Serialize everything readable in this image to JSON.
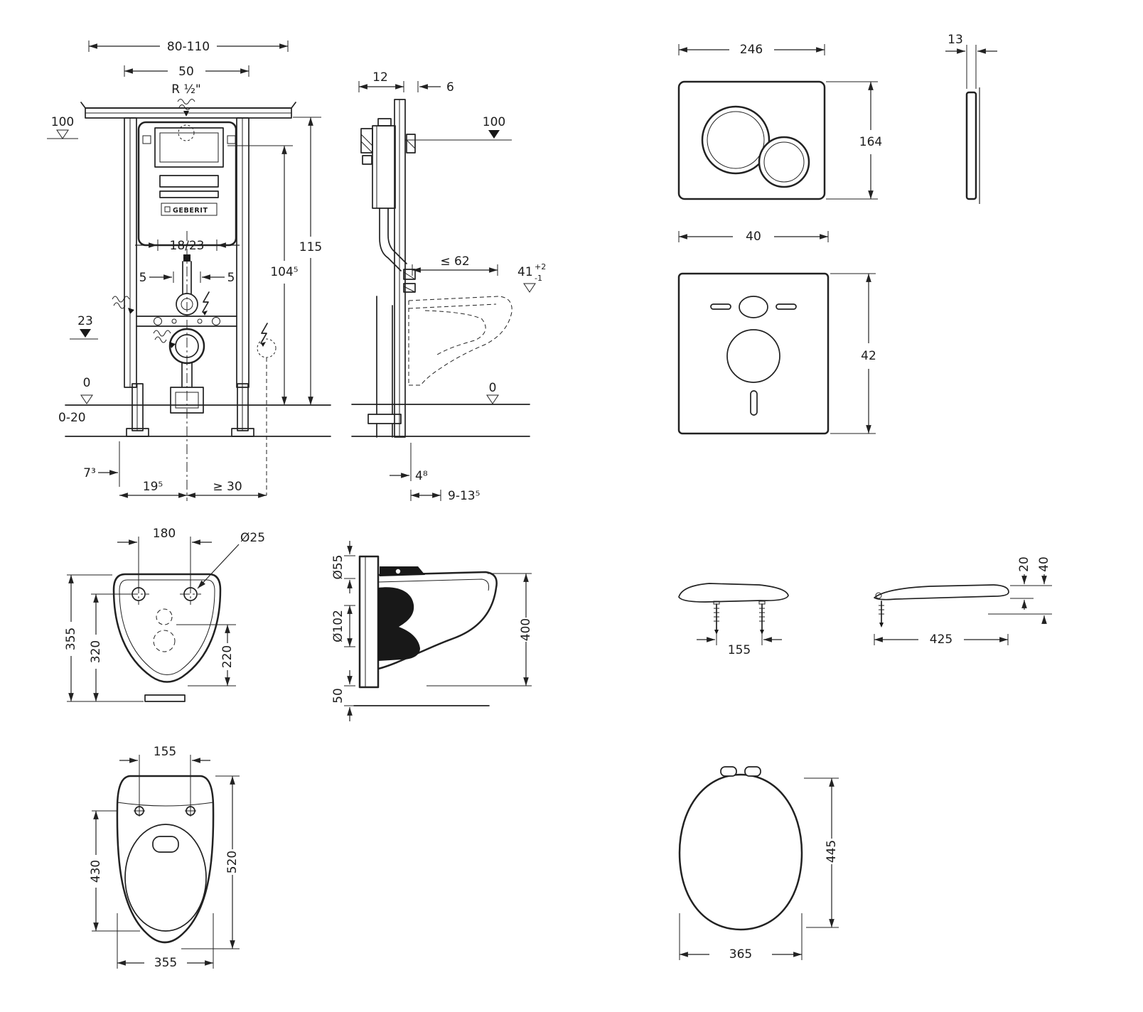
{
  "frame_front": {
    "dim_width_range": "80-110",
    "dim_top_width": "50",
    "water_connection": "R ½\"",
    "level_100": "100",
    "dim_height_total": "115",
    "dim_height_inner": "104⁵",
    "dim_bend": "18/23",
    "dim_offset_left": "5",
    "dim_offset_right": "5",
    "level_23": "23",
    "level_0": "0",
    "dim_floor_range": "0-20",
    "dim_foot_offset": "7³",
    "dim_leg_spacing": "19⁵",
    "dim_min_side": "≥ 30",
    "brand": "GEBERIT"
  },
  "frame_side": {
    "dim_depth_12": "12",
    "dim_depth_6": "6",
    "level_100": "100",
    "dim_outlet_max": "≤ 62",
    "dim_outlet_height": "41",
    "tol_plus": "+2",
    "tol_minus": "-1",
    "level_0": "0",
    "dim_rail_offset": "4⁸",
    "dim_wall_range": "9-13⁵"
  },
  "flush_plate": {
    "dim_width": "246",
    "dim_height": "164",
    "dim_thickness": "13"
  },
  "sound_mat": {
    "dim_width": "40",
    "dim_height": "42"
  },
  "bowl_front": {
    "dim_hole_spacing": "180",
    "dim_hole_dia": "Ø25",
    "dim_height_total": "355",
    "dim_height_mid": "320",
    "dim_height_low": "220"
  },
  "bowl_side": {
    "dim_inlet": "Ø55",
    "dim_outlet": "Ø102",
    "dim_depth": "400",
    "dim_bottom": "50"
  },
  "seat": {
    "dim_hinge_spacing": "155",
    "dim_length": "425",
    "dim_thickness": "20",
    "dim_height": "40"
  },
  "bowl_top": {
    "dim_hole_spacing": "155",
    "dim_inner_length": "430",
    "dim_length": "520",
    "dim_width": "355"
  },
  "seat_top": {
    "dim_length": "445",
    "dim_width": "365"
  }
}
